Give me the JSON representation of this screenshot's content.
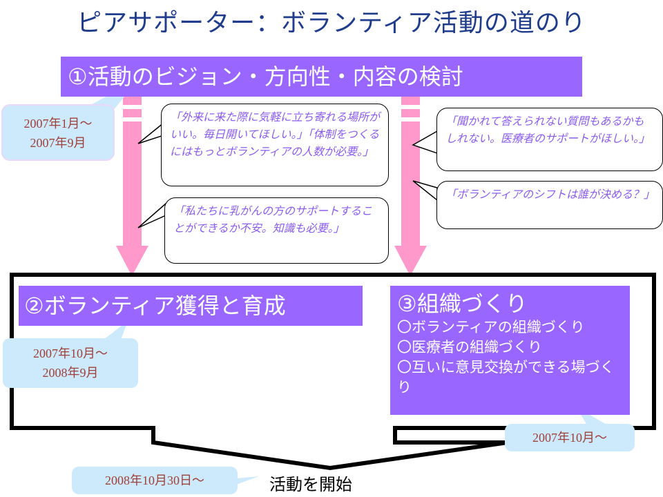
{
  "title": "ピアサポーター：ボランティア活動の道のり",
  "steps": [
    {
      "label": "①活動のビジョン・方向性・内容の検討",
      "date_line1": "2007年1月～",
      "date_line2": "2007年9月"
    },
    {
      "label": "②ボランティア獲得と育成",
      "date_line1": "2007年10月～",
      "date_line2": "2008年9月"
    },
    {
      "label": "③組織づくり",
      "items": [
        "〇ボランティアの組織づくり",
        "〇医療者の組織づくり",
        "〇互いに意見交換ができる場づくり"
      ],
      "date": "2007年10月～"
    }
  ],
  "comments": [
    "「外来に来た際に気軽に立ち寄れる場所がいい。毎日開いてほしい。」「体制をつくるにはもっとボランティアの人数が必要。」",
    "「私たちに乳がんの方のサポートすることができるか不安。知識も必要。」",
    "「聞かれて答えられない質問もあるかもしれない。医療者のサポートがほしい。」",
    "「ボランティアのシフトは誰が決める？」"
  ],
  "start": {
    "label": "活動を開始",
    "date": "2008年10月30日～"
  },
  "colors": {
    "purple": "#9966ff",
    "pink": "#ff99cc",
    "date_bg": "#cdeafc",
    "title": "#1f3d8c"
  }
}
